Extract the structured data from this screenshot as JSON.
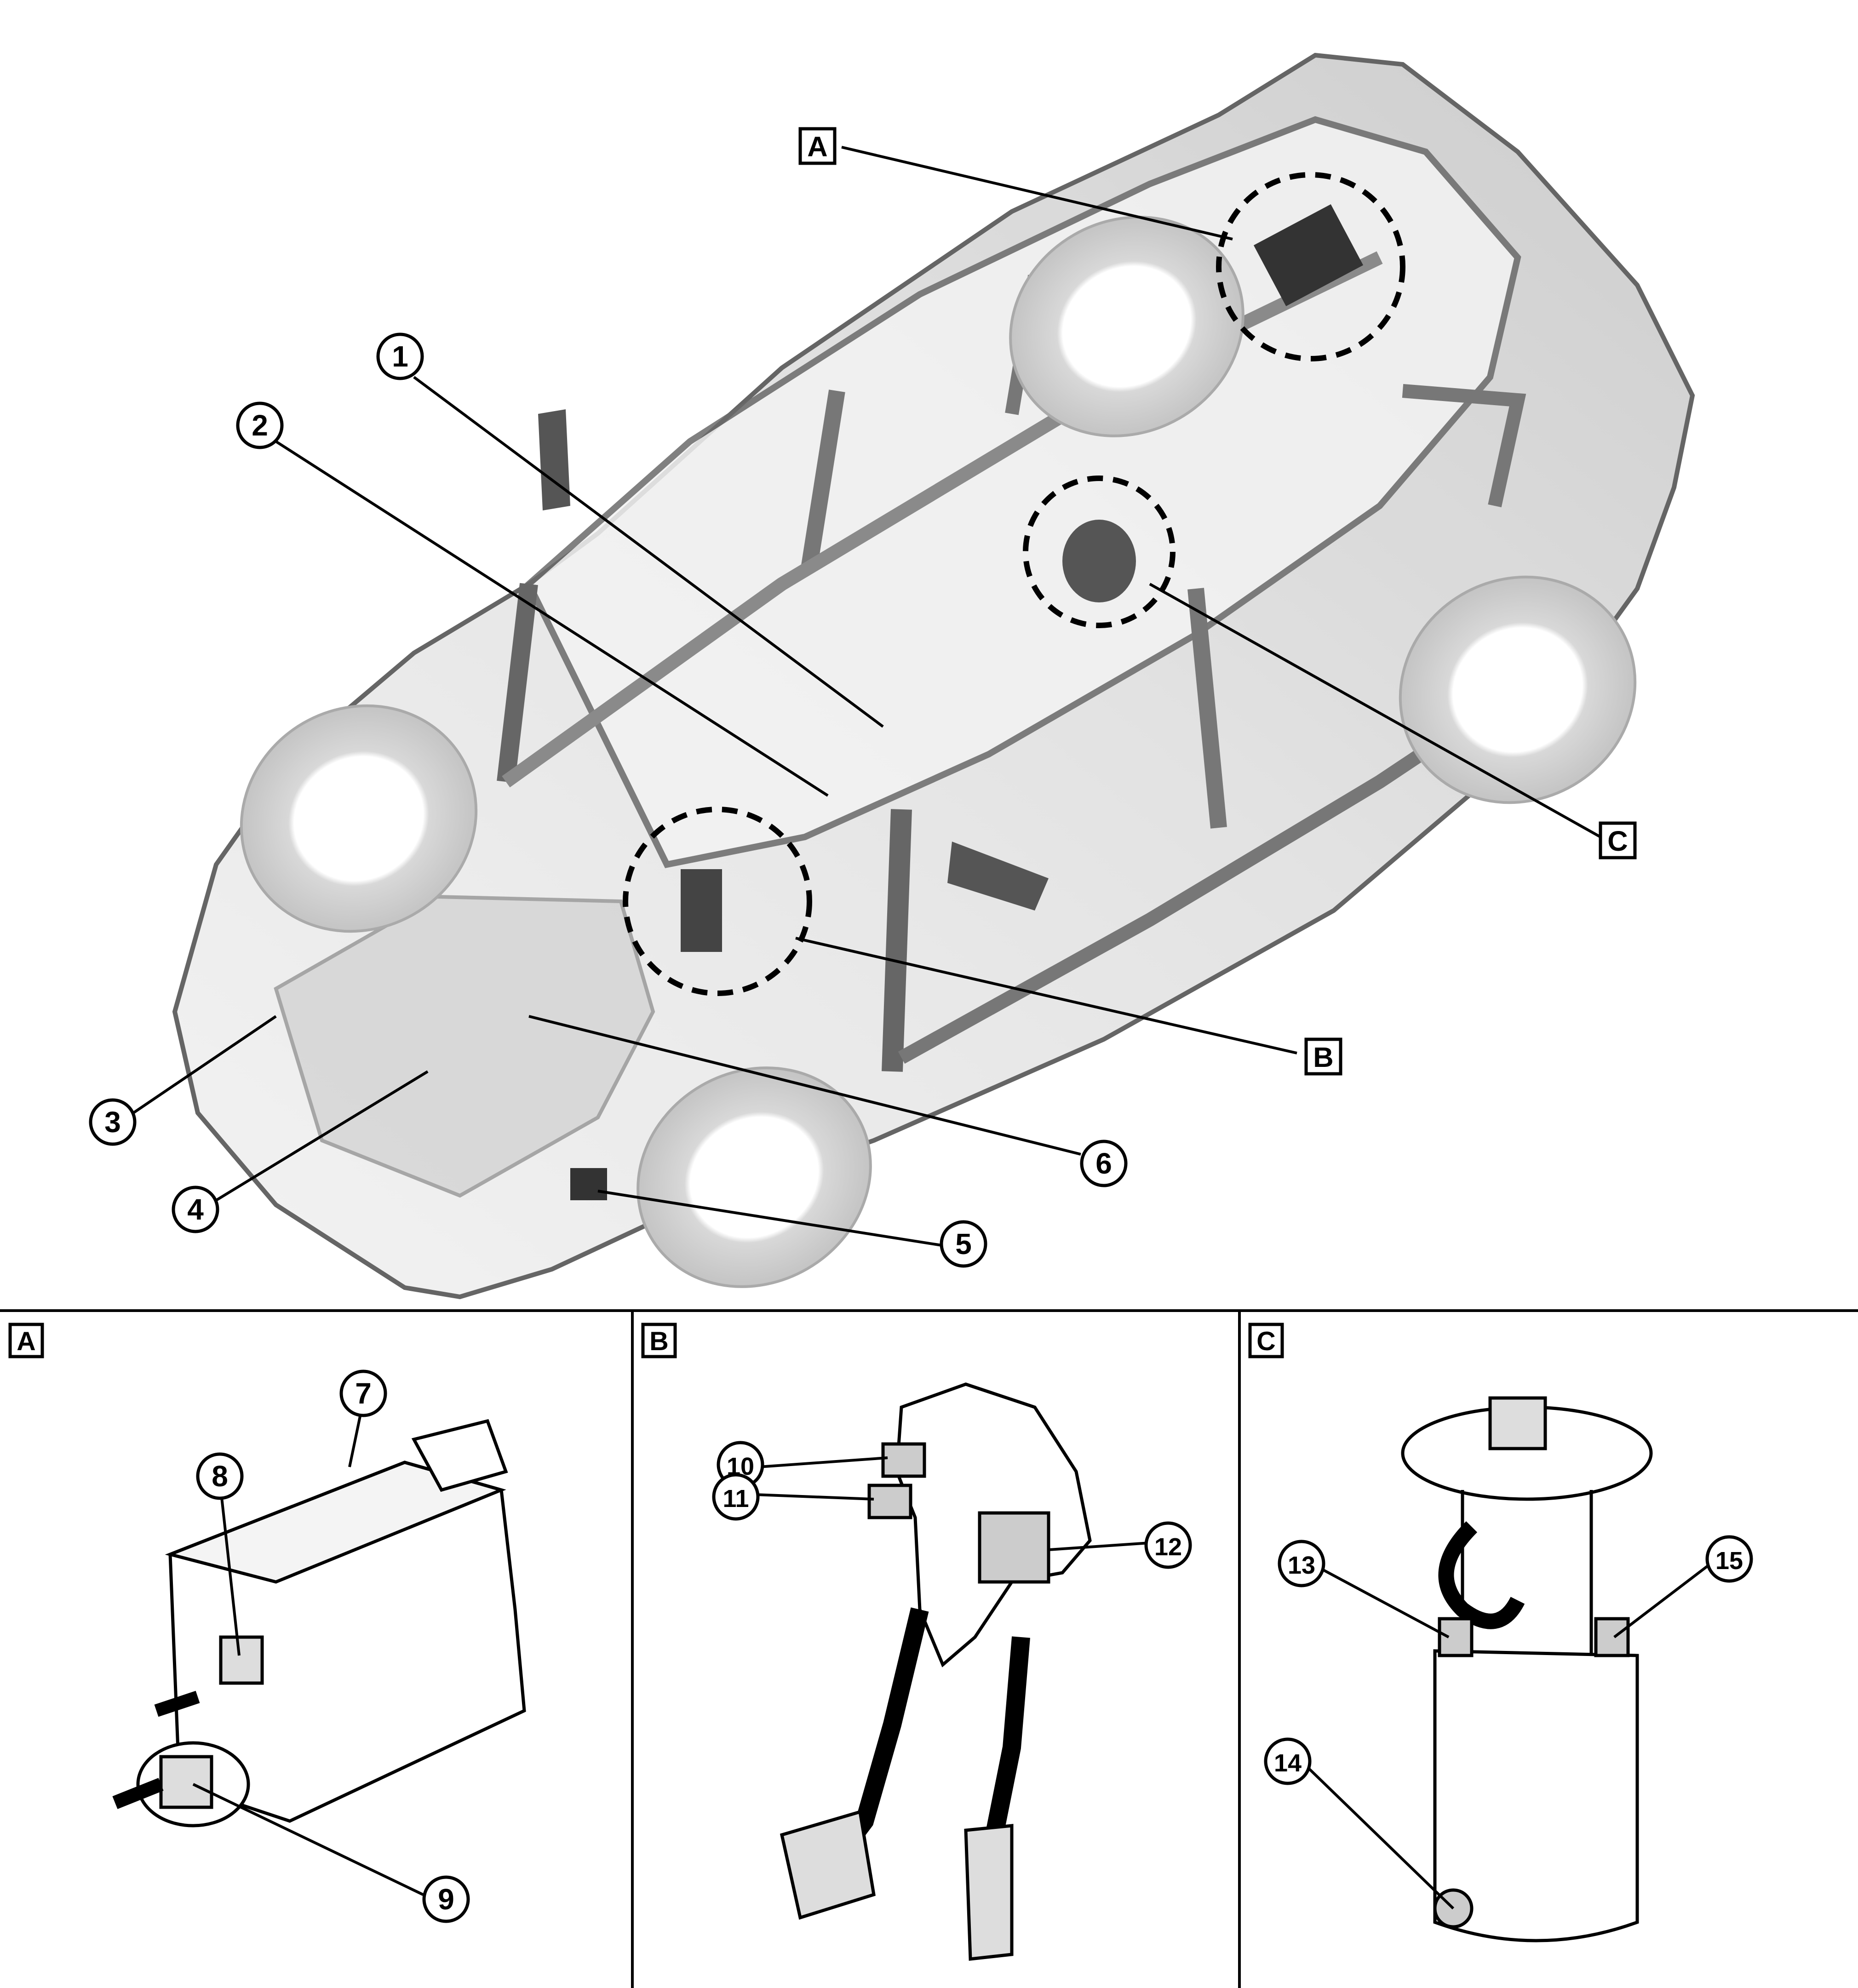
{
  "diagram": {
    "vehicle_callouts": [
      "1",
      "2",
      "3",
      "4",
      "5",
      "6"
    ],
    "detail_refs": [
      "A",
      "B",
      "C"
    ],
    "panels": [
      {
        "label": "A",
        "callouts": [
          "7",
          "8",
          "9"
        ]
      },
      {
        "label": "B",
        "callouts": [
          "10",
          "11",
          "12"
        ]
      },
      {
        "label": "C",
        "callouts": [
          "13",
          "14",
          "15"
        ]
      }
    ]
  },
  "colors": {
    "line": "#000000",
    "body_fill": "#e6e6e6",
    "body_dark": "#8a8a8a",
    "tire": "#cfcfcf",
    "background": "#ffffff"
  }
}
